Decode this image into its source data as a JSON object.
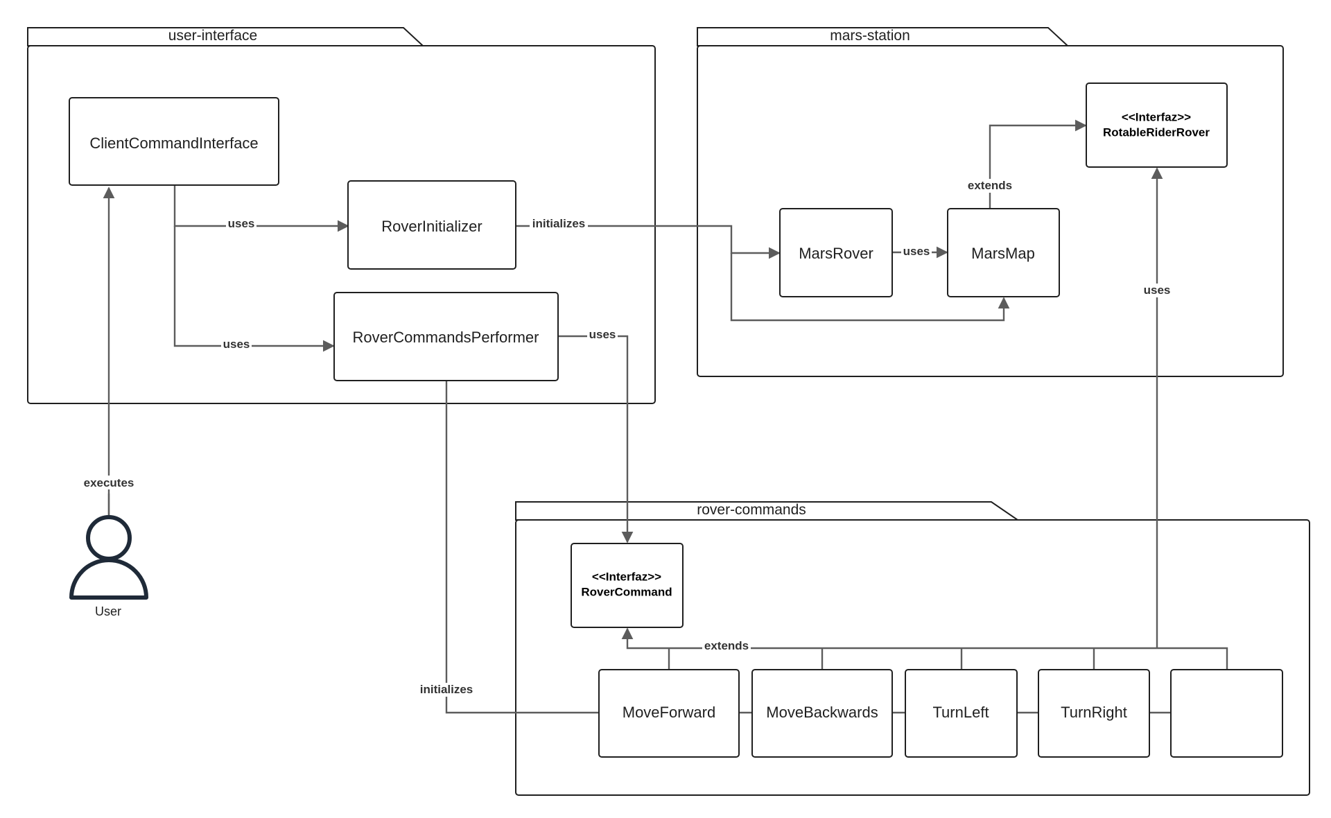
{
  "packages": {
    "user_interface": "user-interface",
    "mars_station": "mars-station",
    "rover_commands": "rover-commands"
  },
  "classes": {
    "client_command_interface": "ClientCommandInterface",
    "rover_initializer": "RoverInitializer",
    "rover_commands_performer": "RoverCommandsPerformer",
    "mars_rover": "MarsRover",
    "mars_map": "MarsMap",
    "rotable_rider_rover": {
      "stereotype": "<<Interfaz>>",
      "name": "RotableRiderRover"
    },
    "rover_command": {
      "stereotype": "<<Interfaz>>",
      "name": "RoverCommand"
    },
    "move_forward": "MoveForward",
    "move_backwards": "MoveBackwards",
    "turn_left": "TurnLeft",
    "turn_right": "TurnRight",
    "unnamed_command": ""
  },
  "actor": {
    "label": "User"
  },
  "edge_labels": {
    "cci_uses_initializer": "uses",
    "cci_uses_performer": "uses",
    "initializer_initializes": "initializes",
    "rover_uses_map": "uses",
    "map_extends": "extends",
    "performer_uses": "uses",
    "performer_initializes": "initializes",
    "commands_extends": "extends",
    "commands_uses": "uses",
    "user_executes": "executes"
  },
  "colors": {
    "outline": "#1f1f1f",
    "connector": "#5c5c5c",
    "actor": "#1f2a38",
    "background": "#ffffff"
  }
}
